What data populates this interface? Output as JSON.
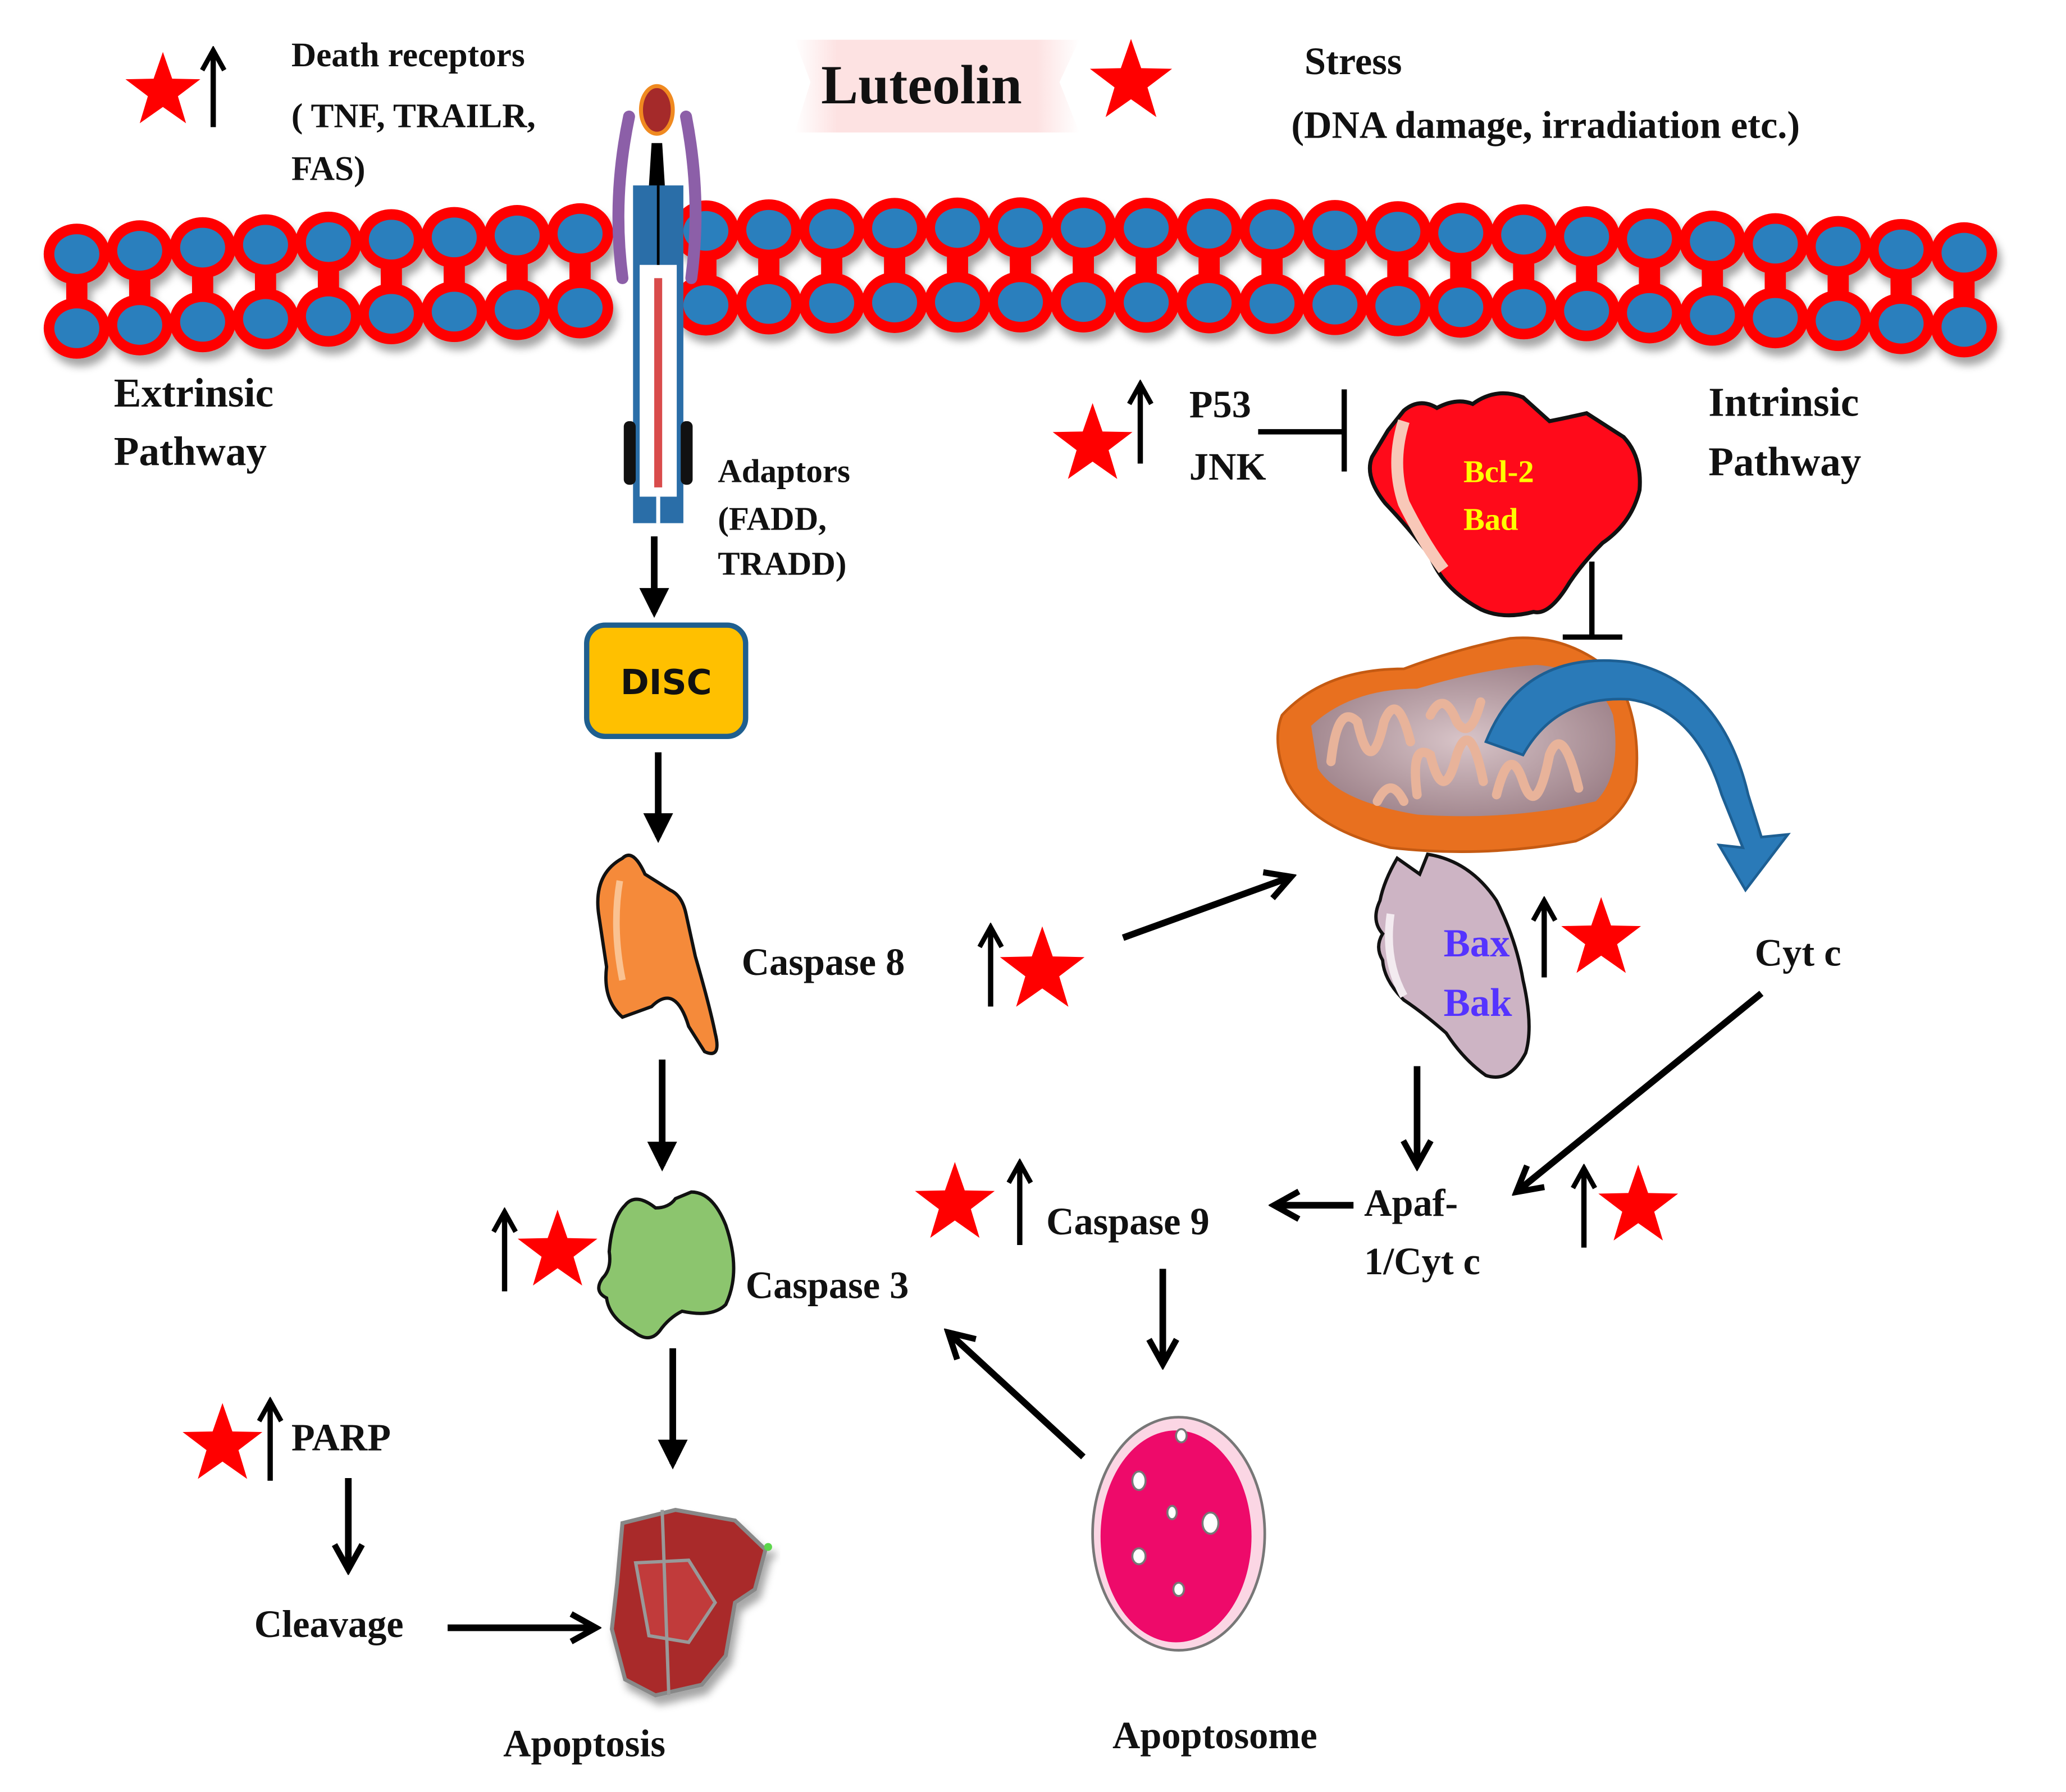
{
  "title": "Luteolin",
  "colors": {
    "membrane_tail": "#ff0000",
    "membrane_head": "#2a7fbd",
    "star": "#ff0000",
    "disc_fill": "#ffc000",
    "disc_border": "#1f5f8f",
    "caspase8": "#f58a3a",
    "caspase3": "#8cc56e",
    "bcl2": "#ff0a1a",
    "bcl2_text": "#ffff00",
    "bax_shape": "#cdb4c4",
    "bax_text": "#5533ff",
    "mitochondrion": "#e8701f",
    "cyt_arrow": "#2a7ab8",
    "apoptosome": "#ee0a6a",
    "apoptotic_cell": "#a92b2b"
  },
  "header": {
    "death_receptors": [
      "Death receptors",
      "( TNF, TRAILR,",
      "FAS)"
    ],
    "stress": [
      "Stress",
      "(DNA damage, irradiation  etc.)"
    ]
  },
  "pathways": {
    "extrinsic": [
      "Extrinsic",
      "Pathway"
    ],
    "intrinsic": [
      "Intrinsic",
      "Pathway"
    ]
  },
  "nodes": {
    "adaptors": [
      "Adaptors",
      "(FADD,",
      "TRADD)"
    ],
    "disc": "DISC",
    "caspase8": "Caspase 8",
    "caspase3": "Caspase 3",
    "caspase9": "Caspase 9",
    "p53_jnk": [
      "P53",
      "JNK"
    ],
    "bcl2_bad": [
      "Bcl-2",
      "Bad"
    ],
    "bax_bak": [
      "Bax",
      "Bak"
    ],
    "cytc": "Cyt c",
    "apaf": [
      "Apaf-",
      "1/Cyt c"
    ],
    "parp": "PARP",
    "cleavage": "Cleavage",
    "apoptosis": "Apoptosis",
    "apoptosome": "Apoptosome"
  },
  "upregulated_by_luteolin": [
    "Death receptors",
    "P53/JNK",
    "Caspase 8",
    "Bax/Bak",
    "Caspase 9",
    "Apaf-1/Cyt c",
    "Caspase 3",
    "PARP"
  ]
}
